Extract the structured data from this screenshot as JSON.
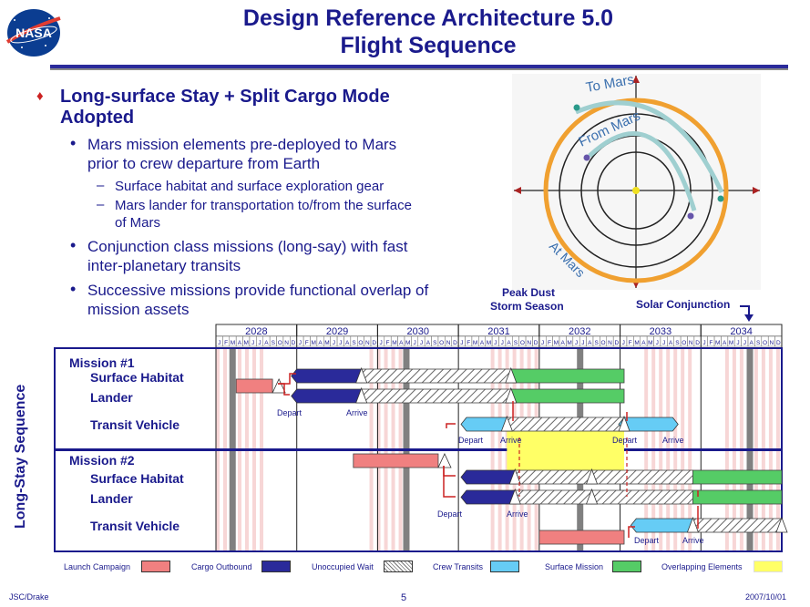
{
  "title": {
    "line1": "Design Reference Architecture 5.0",
    "line2": "Flight Sequence"
  },
  "logo": {
    "text": "NASA"
  },
  "bullets": {
    "main": "Long-surface Stay + Split Cargo Mode Adopted",
    "sub1": "Mars mission elements pre-deployed to Mars prior to crew departure from Earth",
    "sub1a": "Surface habitat and surface exploration gear",
    "sub1b": "Mars lander for transportation to/from the surface of Mars",
    "sub2": "Conjunction class missions (long-say) with fast inter-planetary transits",
    "sub3": "Successive missions provide functional overlap of mission assets"
  },
  "orbit_labels": {
    "to_mars": "To Mars",
    "from_mars": "From Mars",
    "at_mars": "At Mars"
  },
  "annotations": {
    "dust_storm": "Peak Dust Storm  Season",
    "dust_line1": "Peak Dust",
    "dust_line2": "Storm  Season",
    "conjunction": "Solar Conjunction"
  },
  "timeline": {
    "years": [
      "2028",
      "2029",
      "2030",
      "2031",
      "2032",
      "2033",
      "2034"
    ],
    "months": [
      "J",
      "F",
      "M",
      "A",
      "M",
      "J",
      "J",
      "A",
      "S",
      "O",
      "N",
      "D"
    ],
    "dust_storm_shading": [
      {
        "start": 2028.0,
        "end": 2028.55
      },
      {
        "start": 2029.9,
        "end": 2030.4
      },
      {
        "start": 2031.4,
        "end": 2031.95
      },
      {
        "start": 2033.3,
        "end": 2033.85
      },
      {
        "start": 2034.3,
        "end": 2034.95
      }
    ],
    "conjunctions": [
      2028.2,
      2030.35,
      2032.5,
      2034.6
    ]
  },
  "y_axis_label": "Long-Stay Sequence",
  "missions": [
    {
      "name": "Mission #1",
      "rows": [
        {
          "label": "Surface Habitat",
          "bars": [
            {
              "type": "cargo",
              "start": 2029.0,
              "end": 2029.8
            },
            {
              "type": "wait",
              "start": 2029.8,
              "end": 2031.65
            },
            {
              "type": "surface",
              "start": 2031.65,
              "end": 2033.05
            }
          ]
        },
        {
          "label": "Lander",
          "bars": [
            {
              "type": "cargo",
              "start": 2029.0,
              "end": 2029.8
            },
            {
              "type": "wait",
              "start": 2029.8,
              "end": 2031.65
            },
            {
              "type": "surface",
              "start": 2031.65,
              "end": 2033.05
            }
          ]
        },
        {
          "label": "Transit Vehicle",
          "bars": [
            {
              "type": "crew",
              "start": 2031.1,
              "end": 2031.6
            },
            {
              "type": "wait",
              "start": 2031.6,
              "end": 2033.05
            },
            {
              "type": "crew",
              "start": 2033.05,
              "end": 2033.65
            }
          ]
        }
      ],
      "launch": {
        "start": 2028.25,
        "end": 2028.7
      }
    },
    {
      "name": "Mission #2",
      "rows": [
        {
          "label": "Surface Habitat",
          "bars": [
            {
              "type": "cargo",
              "start": 2031.1,
              "end": 2031.7
            },
            {
              "type": "wait",
              "start": 2031.7,
              "end": 2032.65
            },
            {
              "type": "wait",
              "start": 2032.65,
              "end": 2033.9
            },
            {
              "type": "surface",
              "start": 2033.9,
              "end": 2035.0
            }
          ]
        },
        {
          "label": "Lander",
          "bars": [
            {
              "type": "cargo",
              "start": 2031.1,
              "end": 2031.7
            },
            {
              "type": "wait",
              "start": 2031.7,
              "end": 2032.65
            },
            {
              "type": "wait",
              "start": 2032.65,
              "end": 2033.9
            },
            {
              "type": "surface",
              "start": 2033.9,
              "end": 2035.0
            }
          ]
        },
        {
          "label": "Transit Vehicle",
          "bars": [
            {
              "type": "crew",
              "start": 2033.2,
              "end": 2033.9
            },
            {
              "type": "wait",
              "start": 2033.9,
              "end": 2035.0
            }
          ]
        }
      ],
      "launch": {
        "start": 2029.7,
        "end": 2030.75
      },
      "launch_transit": {
        "start": 2032.0,
        "end": 2033.05
      }
    }
  ],
  "event_labels": {
    "depart": "Depart",
    "arrive": "Arrive"
  },
  "legend": [
    {
      "label": "Launch Campaign",
      "color": "#f08080",
      "type": "launch"
    },
    {
      "label": "Cargo Outbound",
      "color": "#2a2a9a",
      "type": "cargo"
    },
    {
      "label": "Unoccupied Wait",
      "color": "#cfcfcf",
      "type": "wait"
    },
    {
      "label": "Crew Transits",
      "color": "#66ccf5",
      "type": "crew"
    },
    {
      "label": "Surface Mission",
      "color": "#55cc66",
      "type": "surface"
    },
    {
      "label": "Overlapping Elements",
      "color": "#ffff66",
      "type": "overlap"
    }
  ],
  "footer": {
    "left": "JSC/Drake",
    "center": "5",
    "right": "2007/10/01"
  },
  "colors": {
    "title": "#1a1a8c",
    "accent": "#cc2222",
    "orbit_orange": "#f0a030",
    "orbit_teal": "#9fcfd0"
  }
}
